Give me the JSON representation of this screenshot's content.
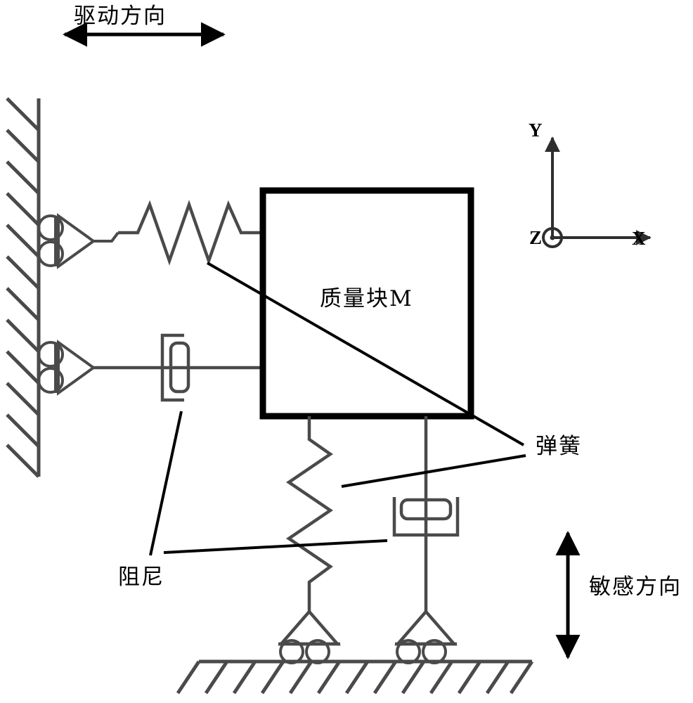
{
  "diagram": {
    "title_label": "驱动方向",
    "labels": {
      "drive_direction": "驱动方向",
      "mass_block": "质量块M",
      "spring": "弹簧",
      "damping": "阻尼",
      "sense_direction": "敏感方向"
    },
    "axes": {
      "y": "Y",
      "x": "X",
      "z": "Z"
    },
    "colors": {
      "stroke": "#4a4a4a",
      "bold_stroke": "#000000",
      "background": "#ffffff"
    },
    "components": [
      {
        "name": "horizontal-spring",
        "label": "弹簧",
        "orientation": "horizontal",
        "coils": 3
      },
      {
        "name": "horizontal-damper",
        "label": "阻尼",
        "orientation": "horizontal"
      },
      {
        "name": "vertical-spring",
        "label": "弹簧",
        "orientation": "vertical",
        "coils": 4
      },
      {
        "name": "vertical-damper",
        "label": "阻尼",
        "orientation": "vertical"
      },
      {
        "name": "mass-block",
        "label": "质量块M"
      },
      {
        "name": "wall-support-upper",
        "label": "roller-support"
      },
      {
        "name": "wall-support-lower",
        "label": "roller-support"
      },
      {
        "name": "ground-support-left",
        "label": "roller-support"
      },
      {
        "name": "ground-support-right",
        "label": "roller-support"
      }
    ]
  }
}
